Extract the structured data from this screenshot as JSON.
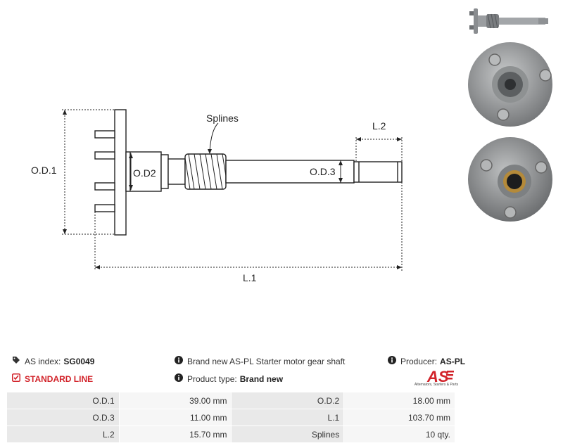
{
  "drawing": {
    "od1_label": "O.D.1",
    "od2_label": "O.D2",
    "od3_label": "O.D.3",
    "l1_label": "L.1",
    "l2_label": "L.2",
    "splines_label": "Splines"
  },
  "info": {
    "as_index_label": "AS index:",
    "as_index_value": "SG0049",
    "line": "STANDARD LINE",
    "description": "Brand new AS-PL Starter motor gear shaft",
    "product_type_label": "Product type:",
    "product_type_value": "Brand new",
    "producer_label": "Producer:",
    "producer_value": "AS-PL"
  },
  "logo": {
    "mark": "AS",
    "tagline": "Alternators, Starters & Parts",
    "color": "#d2232a"
  },
  "specs": [
    {
      "k1": "O.D.1",
      "v1": "39.00 mm",
      "k2": "O.D.2",
      "v2": "18.00 mm"
    },
    {
      "k1": "O.D.3",
      "v1": "11.00 mm",
      "k2": "L.1",
      "v2": "103.70 mm"
    },
    {
      "k1": "L.2",
      "v1": "15.70 mm",
      "k2": "Splines",
      "v2": "10 qty."
    }
  ]
}
